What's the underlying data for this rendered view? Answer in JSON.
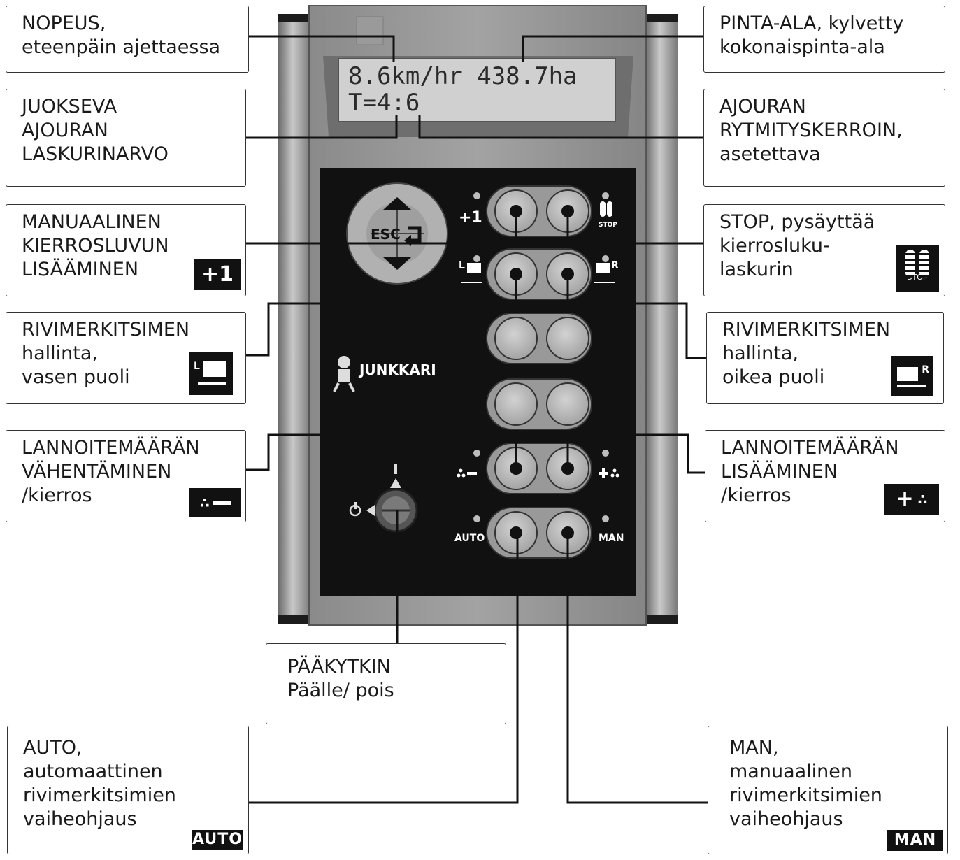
{
  "display": {
    "line1": "8.6km/hr 438.7ha",
    "line2": "T=4:6"
  },
  "keypad": {
    "esc_label": "ESC",
    "plus_one_label": "+1",
    "stop_label": "STOP",
    "auto_label": "AUTO",
    "man_label": "MAN",
    "left_label": "L",
    "right_label": "R",
    "brand": "JUNKKARI"
  },
  "callouts": {
    "nopeus": [
      "NOPEUS,",
      "eteenpäin ajettaessa"
    ],
    "juokseva": [
      "JUOKSEVA",
      "AJOURAN",
      "LASKURINARVO"
    ],
    "manuaalinen": [
      "MANUAALINEN",
      "KIERROSLUVUN",
      "LISÄÄMINEN"
    ],
    "rivimerkitsin_vasen": [
      "RIVIMERKITSIMEN",
      "hallinta,",
      "vasen puoli"
    ],
    "lannoite_vahentaminen": [
      "LANNOITEMÄÄRÄN",
      "VÄHENTÄMINEN",
      "/kierros"
    ],
    "pinta_ala": [
      "PINTA-ALA, kylvetty",
      "kokonaispinta-ala"
    ],
    "ajouran_rytmitys": [
      "AJOURAN",
      "RYTMITYSKERROIN,",
      "asetettava"
    ],
    "stop": [
      "STOP, pysäyttää",
      "kierrosluku-",
      "laskurin"
    ],
    "rivimerkitsin_oikea": [
      "RIVIMERKITSIMEN",
      "hallinta,",
      "oikea puoli"
    ],
    "lannoite_lisaaminen": [
      "LANNOITEMÄÄRÄN",
      "LISÄÄMINEN",
      "/kierros"
    ],
    "paakytkin": [
      "PÄÄKYTKIN",
      "Päälle/ pois"
    ],
    "auto": [
      "AUTO,",
      "automaattinen",
      "rivimerkitsimien",
      "vaiheohjaus"
    ],
    "man": [
      "MAN,",
      "manuaalinen",
      "rivimerkitsimien",
      "vaiheohjaus"
    ]
  },
  "badges": {
    "plus_one": "+1",
    "stop": "STOP",
    "auto": "AUTO",
    "man": "MAN",
    "right": "R",
    "left": "L"
  },
  "colors": {
    "panel": "#111111",
    "casing": "#8c8c8c",
    "lcd": "#cfcfcf",
    "button": "#b9b9b9"
  }
}
